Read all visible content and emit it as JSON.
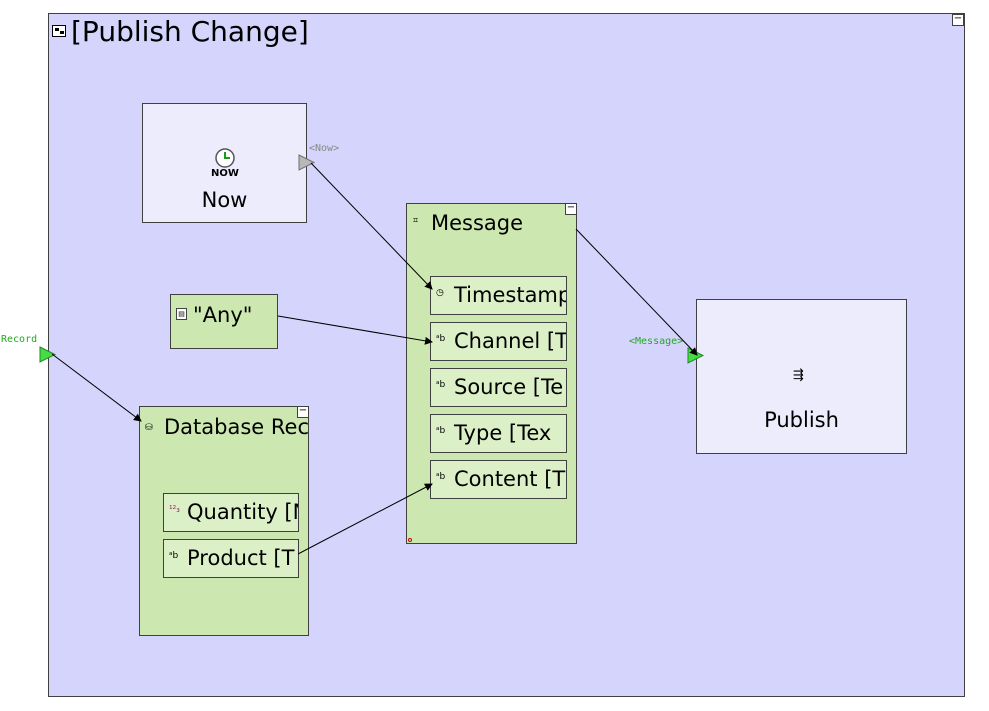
{
  "diagram": {
    "title": "[Publish Change]",
    "colors": {
      "canvas": "#d4d4fc",
      "green_node": "#cce8b0",
      "white_node": "#ececfc",
      "port_green": "#22aa22",
      "port_gray": "#a0a0a0"
    },
    "nodes": {
      "now": {
        "label": "Now",
        "icon_text": "NOW",
        "output_port": "<Now>"
      },
      "any": {
        "label": "\"Any\""
      },
      "message": {
        "label": "Message",
        "fields": [
          {
            "label": "Timestamp",
            "icon": "clock-icon"
          },
          {
            "label": "Channel [T",
            "icon": "text-type-icon"
          },
          {
            "label": "Source [Te",
            "icon": "text-type-icon"
          },
          {
            "label": "Type [Tex",
            "icon": "text-type-icon"
          },
          {
            "label": "Content [T",
            "icon": "text-type-icon"
          }
        ]
      },
      "publish": {
        "label": "Publish",
        "input_port": "<Message>"
      },
      "database_record": {
        "label": "Database Rec",
        "fields": [
          {
            "label": "Quantity [N",
            "icon": "number-type-icon"
          },
          {
            "label": "Product [T",
            "icon": "text-type-icon"
          }
        ]
      }
    },
    "input_port": "Record",
    "collapse_symbol": "−"
  }
}
